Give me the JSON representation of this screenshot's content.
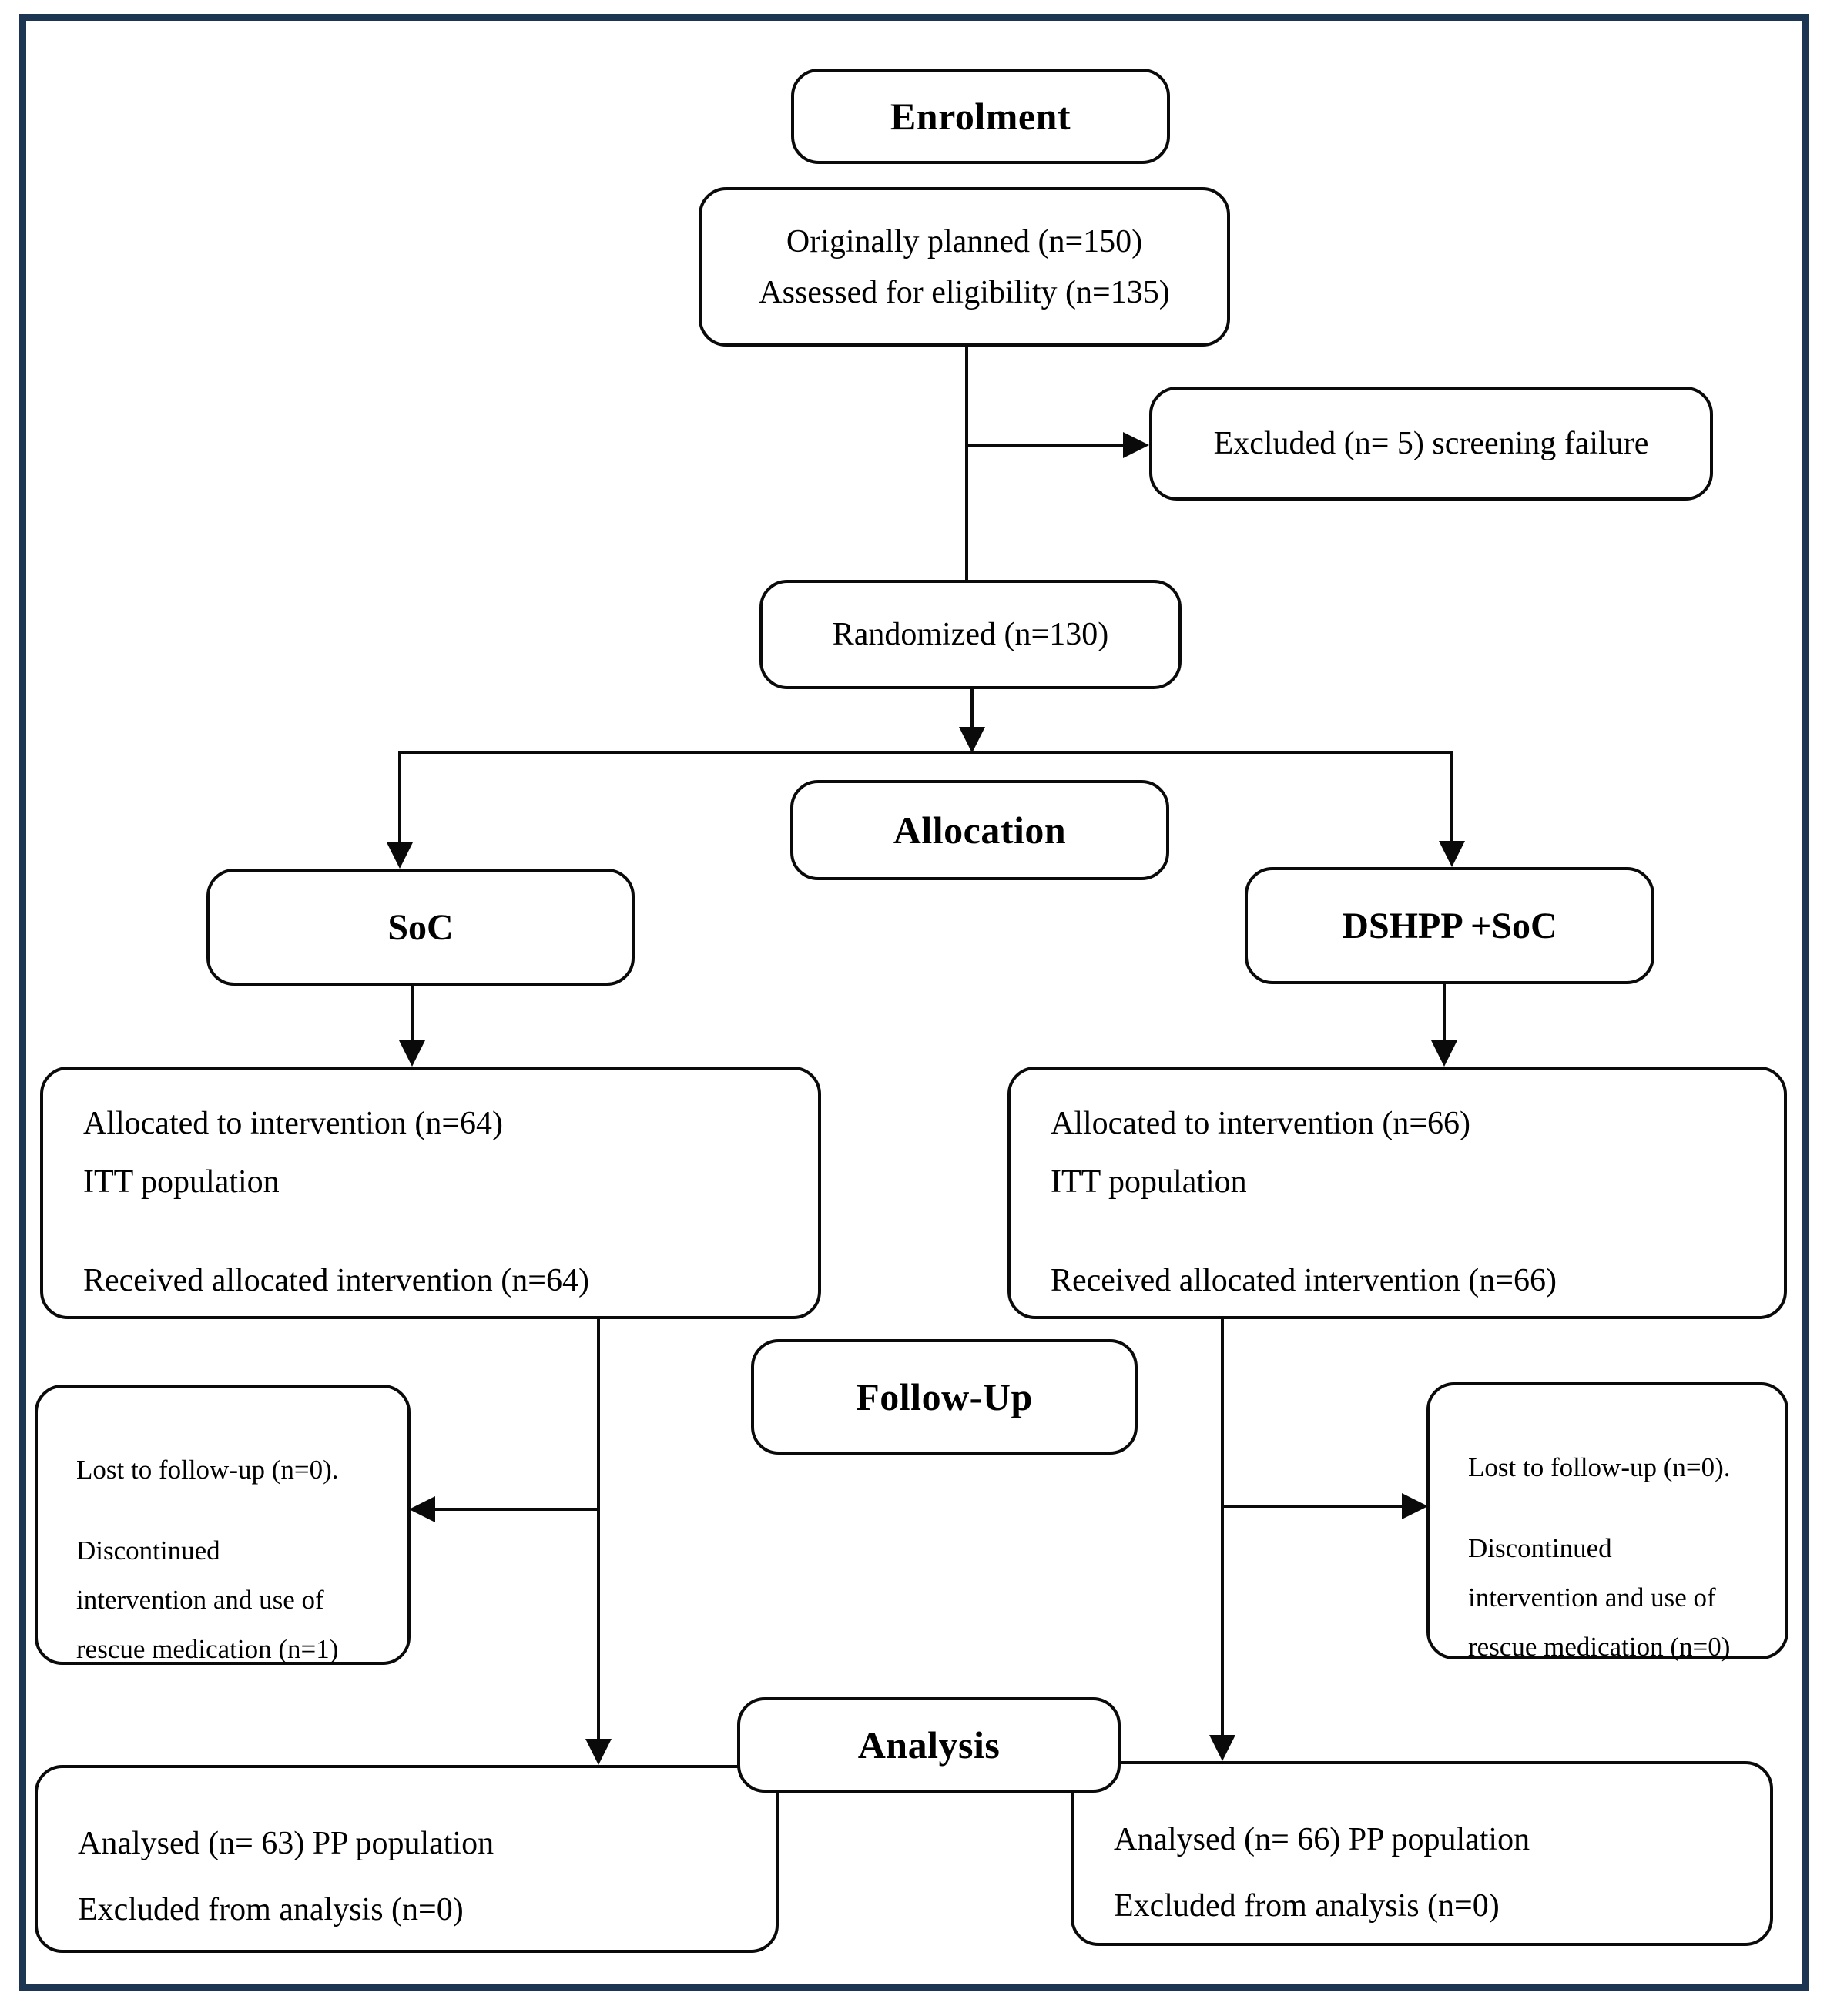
{
  "colors": {
    "frame_border": "#1b3553",
    "diagram_stroke": "#0a0a0a",
    "background": "#ffffff",
    "text": "#000000"
  },
  "stage_headers": {
    "enrolment": "Enrolment",
    "allocation": "Allocation",
    "follow_up": "Follow-Up",
    "analysis": "Analysis"
  },
  "boxes": {
    "planned": {
      "line1": "Originally planned (n=150)",
      "line2": "Assessed for eligibility (n=135)"
    },
    "excluded": {
      "text": "Excluded (n= 5) screening failure"
    },
    "randomized": {
      "text": "Randomized (n=130)"
    },
    "arm_left": {
      "label": "SoC"
    },
    "arm_right": {
      "label": "DSHPP +SoC"
    },
    "allocated_left": {
      "line1": "Allocated to intervention (n=64)",
      "line2": "ITT population",
      "line3": "Received allocated intervention (n=64)"
    },
    "allocated_right": {
      "line1": "Allocated to intervention (n=66)",
      "line2": "ITT population",
      "line3": "Received allocated intervention (n=66)"
    },
    "lost_left": {
      "line1": "Lost to follow-up (n=0).",
      "line2": "Discontinued",
      "line3": "intervention and use of",
      "line4": "rescue medication (n=1)"
    },
    "lost_right": {
      "line1": "Lost to follow-up (n=0).",
      "line2": "Discontinued",
      "line3": "intervention and use of",
      "line4": "rescue medication (n=0)"
    },
    "analysed_left": {
      "line1": "Analysed (n= 63) PP population",
      "line2": "Excluded from analysis (n=0)"
    },
    "analysed_right": {
      "line1": "Analysed (n= 66) PP population",
      "line2": "Excluded from analysis (n=0)"
    }
  }
}
